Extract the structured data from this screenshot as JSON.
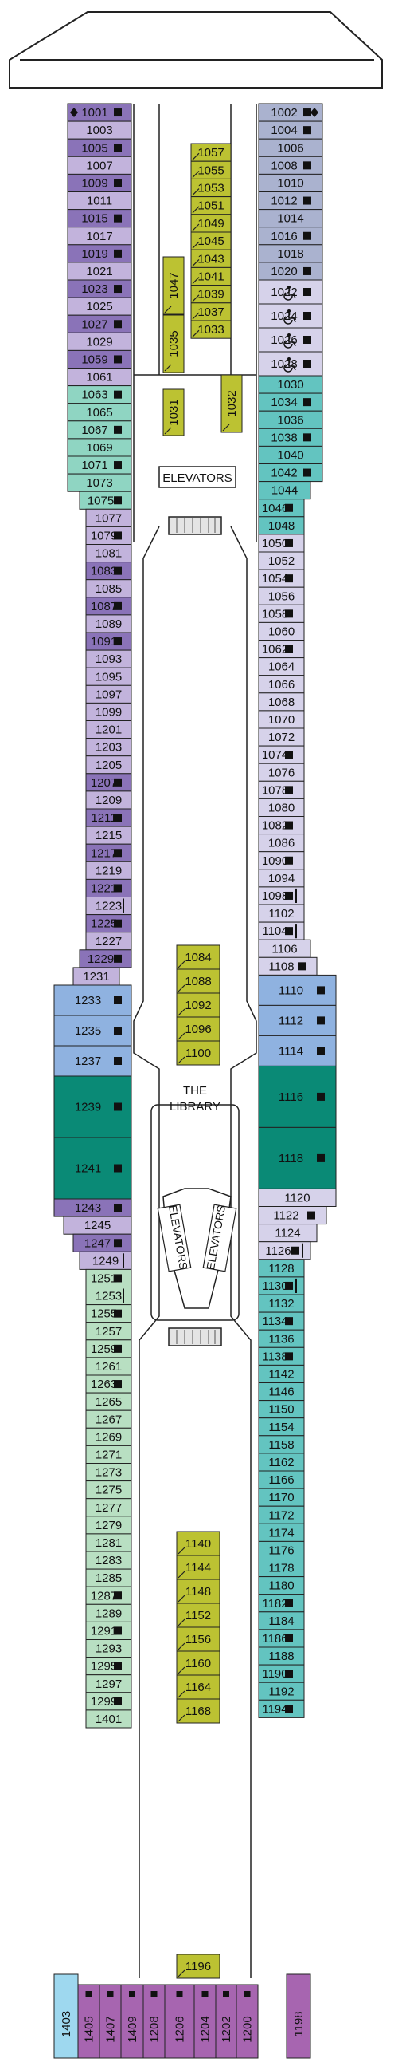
{
  "colors": {
    "purple_dark": "#8a73b8",
    "purple_light": "#c2b3dc",
    "teal_light": "#8fd5c2",
    "green_pale": "#b8dfc2",
    "blue": "#8fb2e0",
    "teal_dark": "#0a8a76",
    "grey_blue": "#aab2cf",
    "lavender": "#d6d2ea",
    "teal_mid": "#63c4c0",
    "olive": "#bcc232",
    "magenta": "#a765b0",
    "sky": "#9ed8ef"
  },
  "labels": {
    "elevators": "ELEVATORS",
    "library": "THE LIBRARY",
    "elevators_left": "ELEVATORS",
    "elevators_right": "ELEVATORS"
  },
  "left_cabins": [
    {
      "num": "1001",
      "color": "purple_dark",
      "mark": true,
      "diamond": true
    },
    {
      "num": "1003",
      "color": "purple_light",
      "mark": false
    },
    {
      "num": "1005",
      "color": "purple_dark",
      "mark": true
    },
    {
      "num": "1007",
      "color": "purple_light",
      "mark": false
    },
    {
      "num": "1009",
      "color": "purple_dark",
      "mark": true
    },
    {
      "num": "1011",
      "color": "purple_light",
      "mark": false
    },
    {
      "num": "1015",
      "color": "purple_dark",
      "mark": true
    },
    {
      "num": "1017",
      "color": "purple_light",
      "mark": false
    },
    {
      "num": "1019",
      "color": "purple_dark",
      "mark": true
    },
    {
      "num": "1021",
      "color": "purple_light",
      "mark": false
    },
    {
      "num": "1023",
      "color": "purple_dark",
      "mark": true
    },
    {
      "num": "1025",
      "color": "purple_light",
      "mark": false
    },
    {
      "num": "1027",
      "color": "purple_dark",
      "mark": true
    },
    {
      "num": "1029",
      "color": "purple_light",
      "mark": false
    },
    {
      "num": "1059",
      "color": "purple_dark",
      "mark": true
    },
    {
      "num": "1061",
      "color": "purple_light",
      "mark": false
    },
    {
      "num": "1063",
      "color": "teal_light",
      "mark": true
    },
    {
      "num": "1065",
      "color": "teal_light",
      "mark": false
    },
    {
      "num": "1067",
      "color": "teal_light",
      "mark": true
    },
    {
      "num": "1069",
      "color": "teal_light",
      "mark": false
    },
    {
      "num": "1071",
      "color": "teal_light",
      "mark": true
    },
    {
      "num": "1073",
      "color": "teal_light",
      "mark": false
    },
    {
      "num": "1075",
      "color": "teal_light",
      "mark": true
    },
    {
      "num": "1077",
      "color": "purple_light",
      "mark": false
    },
    {
      "num": "1079",
      "color": "purple_light",
      "mark": true
    },
    {
      "num": "1081",
      "color": "purple_light",
      "mark": false
    },
    {
      "num": "1083",
      "color": "purple_dark",
      "mark": true
    },
    {
      "num": "1085",
      "color": "purple_light",
      "mark": false
    },
    {
      "num": "1087",
      "color": "purple_dark",
      "mark": true
    },
    {
      "num": "1089",
      "color": "purple_light",
      "mark": false
    },
    {
      "num": "1091",
      "color": "purple_dark",
      "mark": true
    },
    {
      "num": "1093",
      "color": "purple_light",
      "mark": false
    },
    {
      "num": "1095",
      "color": "purple_light",
      "mark": false
    },
    {
      "num": "1097",
      "color": "purple_light",
      "mark": false
    },
    {
      "num": "1099",
      "color": "purple_light",
      "mark": false
    },
    {
      "num": "1201",
      "color": "purple_light",
      "mark": false
    },
    {
      "num": "1203",
      "color": "purple_light",
      "mark": false
    },
    {
      "num": "1205",
      "color": "purple_light",
      "mark": false
    },
    {
      "num": "1207",
      "color": "purple_dark",
      "mark": true
    },
    {
      "num": "1209",
      "color": "purple_light",
      "mark": false
    },
    {
      "num": "1211",
      "color": "purple_dark",
      "mark": true
    },
    {
      "num": "1215",
      "color": "purple_light",
      "mark": false
    },
    {
      "num": "1217",
      "color": "purple_dark",
      "mark": true
    },
    {
      "num": "1219",
      "color": "purple_light",
      "mark": false
    },
    {
      "num": "1221",
      "color": "purple_dark",
      "mark": true
    },
    {
      "num": "1223",
      "color": "purple_light",
      "mark": false,
      "door": true
    },
    {
      "num": "1225",
      "color": "purple_dark",
      "mark": true
    },
    {
      "num": "1227",
      "color": "purple_light",
      "mark": false
    },
    {
      "num": "1229",
      "color": "purple_dark",
      "mark": true
    },
    {
      "num": "1231",
      "color": "purple_light",
      "mark": false
    },
    {
      "num": "1233",
      "color": "blue",
      "mark": true
    },
    {
      "num": "1235",
      "color": "blue",
      "mark": true
    },
    {
      "num": "1237",
      "color": "blue",
      "mark": true
    },
    {
      "num": "1239",
      "color": "teal_dark",
      "mark": true
    },
    {
      "num": "1241",
      "color": "teal_dark",
      "mark": true
    },
    {
      "num": "1243",
      "color": "purple_dark",
      "mark": true
    },
    {
      "num": "1245",
      "color": "purple_light",
      "mark": false
    },
    {
      "num": "1247",
      "color": "purple_dark",
      "mark": true
    },
    {
      "num": "1249",
      "color": "purple_light",
      "mark": false,
      "door": true
    },
    {
      "num": "1251",
      "color": "green_pale",
      "mark": true
    },
    {
      "num": "1253",
      "color": "green_pale",
      "mark": false,
      "door": true
    },
    {
      "num": "1255",
      "color": "green_pale",
      "mark": true
    },
    {
      "num": "1257",
      "color": "green_pale",
      "mark": false
    },
    {
      "num": "1259",
      "color": "green_pale",
      "mark": true
    },
    {
      "num": "1261",
      "color": "green_pale",
      "mark": false
    },
    {
      "num": "1263",
      "color": "green_pale",
      "mark": true
    },
    {
      "num": "1265",
      "color": "green_pale",
      "mark": false
    },
    {
      "num": "1267",
      "color": "green_pale",
      "mark": false
    },
    {
      "num": "1269",
      "color": "green_pale",
      "mark": false
    },
    {
      "num": "1271",
      "color": "green_pale",
      "mark": false
    },
    {
      "num": "1273",
      "color": "green_pale",
      "mark": false
    },
    {
      "num": "1275",
      "color": "green_pale",
      "mark": false
    },
    {
      "num": "1277",
      "color": "green_pale",
      "mark": false
    },
    {
      "num": "1279",
      "color": "green_pale",
      "mark": false
    },
    {
      "num": "1281",
      "color": "green_pale",
      "mark": false
    },
    {
      "num": "1283",
      "color": "green_pale",
      "mark": false
    },
    {
      "num": "1285",
      "color": "green_pale",
      "mark": false
    },
    {
      "num": "1287",
      "color": "green_pale",
      "mark": true
    },
    {
      "num": "1289",
      "color": "green_pale",
      "mark": false
    },
    {
      "num": "1291",
      "color": "green_pale",
      "mark": true
    },
    {
      "num": "1293",
      "color": "green_pale",
      "mark": false
    },
    {
      "num": "1295",
      "color": "green_pale",
      "mark": true
    },
    {
      "num": "1297",
      "color": "green_pale",
      "mark": false
    },
    {
      "num": "1299",
      "color": "green_pale",
      "mark": true
    },
    {
      "num": "1401",
      "color": "green_pale",
      "mark": false
    }
  ],
  "right_cabins": [
    {
      "num": "1002",
      "color": "grey_blue",
      "mark": true,
      "diamond": true
    },
    {
      "num": "1004",
      "color": "grey_blue",
      "mark": true
    },
    {
      "num": "1006",
      "color": "grey_blue",
      "mark": false
    },
    {
      "num": "1008",
      "color": "grey_blue",
      "mark": true
    },
    {
      "num": "1010",
      "color": "grey_blue",
      "mark": false
    },
    {
      "num": "1012",
      "color": "grey_blue",
      "mark": true
    },
    {
      "num": "1014",
      "color": "grey_blue",
      "mark": false
    },
    {
      "num": "1016",
      "color": "grey_blue",
      "mark": true
    },
    {
      "num": "1018",
      "color": "grey_blue",
      "mark": false
    },
    {
      "num": "1020",
      "color": "grey_blue",
      "mark": true
    },
    {
      "num": "1022",
      "color": "lavender",
      "mark": true,
      "accessible": true
    },
    {
      "num": "1024",
      "color": "lavender",
      "mark": true,
      "accessible": true
    },
    {
      "num": "1026",
      "color": "lavender",
      "mark": true,
      "accessible": true
    },
    {
      "num": "1028",
      "color": "lavender",
      "mark": true,
      "accessible": true
    },
    {
      "num": "1030",
      "color": "teal_mid",
      "mark": false
    },
    {
      "num": "1034",
      "color": "teal_mid",
      "mark": true
    },
    {
      "num": "1036",
      "color": "teal_mid",
      "mark": false
    },
    {
      "num": "1038",
      "color": "teal_mid",
      "mark": true
    },
    {
      "num": "1040",
      "color": "teal_mid",
      "mark": false
    },
    {
      "num": "1042",
      "color": "teal_mid",
      "mark": true
    },
    {
      "num": "1044",
      "color": "teal_mid",
      "mark": false
    },
    {
      "num": "1046",
      "color": "teal_mid",
      "mark": true
    },
    {
      "num": "1048",
      "color": "teal_mid",
      "mark": false
    },
    {
      "num": "1050",
      "color": "lavender",
      "mark": true
    },
    {
      "num": "1052",
      "color": "lavender",
      "mark": false
    },
    {
      "num": "1054",
      "color": "lavender",
      "mark": true
    },
    {
      "num": "1056",
      "color": "lavender",
      "mark": false
    },
    {
      "num": "1058",
      "color": "lavender",
      "mark": true
    },
    {
      "num": "1060",
      "color": "lavender",
      "mark": false
    },
    {
      "num": "1062",
      "color": "lavender",
      "mark": true
    },
    {
      "num": "1064",
      "color": "lavender",
      "mark": false
    },
    {
      "num": "1066",
      "color": "lavender",
      "mark": false
    },
    {
      "num": "1068",
      "color": "lavender",
      "mark": false
    },
    {
      "num": "1070",
      "color": "lavender",
      "mark": false
    },
    {
      "num": "1072",
      "color": "lavender",
      "mark": false
    },
    {
      "num": "1074",
      "color": "lavender",
      "mark": true
    },
    {
      "num": "1076",
      "color": "lavender",
      "mark": false
    },
    {
      "num": "1078",
      "color": "lavender",
      "mark": true
    },
    {
      "num": "1080",
      "color": "lavender",
      "mark": false
    },
    {
      "num": "1082",
      "color": "lavender",
      "mark": true
    },
    {
      "num": "1086",
      "color": "lavender",
      "mark": false
    },
    {
      "num": "1090",
      "color": "lavender",
      "mark": true
    },
    {
      "num": "1094",
      "color": "lavender",
      "mark": false
    },
    {
      "num": "1098",
      "color": "lavender",
      "mark": true,
      "door": true
    },
    {
      "num": "1102",
      "color": "lavender",
      "mark": false
    },
    {
      "num": "1104",
      "color": "lavender",
      "mark": true,
      "door": true
    },
    {
      "num": "1106",
      "color": "lavender",
      "mark": false
    },
    {
      "num": "1108",
      "color": "lavender",
      "mark": true
    },
    {
      "num": "1110",
      "color": "blue",
      "mark": true
    },
    {
      "num": "1112",
      "color": "blue",
      "mark": true
    },
    {
      "num": "1114",
      "color": "blue",
      "mark": true
    },
    {
      "num": "1116",
      "color": "teal_dark",
      "mark": true
    },
    {
      "num": "1118",
      "color": "teal_dark",
      "mark": true
    },
    {
      "num": "1120",
      "color": "lavender",
      "mark": false
    },
    {
      "num": "1122",
      "color": "lavender",
      "mark": true
    },
    {
      "num": "1124",
      "color": "lavender",
      "mark": false
    },
    {
      "num": "1126",
      "color": "lavender",
      "mark": true,
      "door": true
    },
    {
      "num": "1128",
      "color": "teal_mid",
      "mark": false
    },
    {
      "num": "1130",
      "color": "teal_mid",
      "mark": true,
      "door": true
    },
    {
      "num": "1132",
      "color": "teal_mid",
      "mark": false
    },
    {
      "num": "1134",
      "color": "teal_mid",
      "mark": true
    },
    {
      "num": "1136",
      "color": "teal_mid",
      "mark": false
    },
    {
      "num": "1138",
      "color": "teal_mid",
      "mark": true
    },
    {
      "num": "1142",
      "color": "teal_mid",
      "mark": false
    },
    {
      "num": "1146",
      "color": "teal_mid",
      "mark": false
    },
    {
      "num": "1150",
      "color": "teal_mid",
      "mark": false
    },
    {
      "num": "1154",
      "color": "teal_mid",
      "mark": false
    },
    {
      "num": "1158",
      "color": "teal_mid",
      "mark": false
    },
    {
      "num": "1162",
      "color": "teal_mid",
      "mark": false
    },
    {
      "num": "1166",
      "color": "teal_mid",
      "mark": false
    },
    {
      "num": "1170",
      "color": "teal_mid",
      "mark": false
    },
    {
      "num": "1172",
      "color": "teal_mid",
      "mark": false
    },
    {
      "num": "1174",
      "color": "teal_mid",
      "mark": false
    },
    {
      "num": "1176",
      "color": "teal_mid",
      "mark": false
    },
    {
      "num": "1178",
      "color": "teal_mid",
      "mark": false
    },
    {
      "num": "1180",
      "color": "teal_mid",
      "mark": false
    },
    {
      "num": "1182",
      "color": "teal_mid",
      "mark": true
    },
    {
      "num": "1184",
      "color": "teal_mid",
      "mark": false
    },
    {
      "num": "1186",
      "color": "teal_mid",
      "mark": true
    },
    {
      "num": "1188",
      "color": "teal_mid",
      "mark": false
    },
    {
      "num": "1190",
      "color": "teal_mid",
      "mark": true
    },
    {
      "num": "1192",
      "color": "teal_mid",
      "mark": false
    },
    {
      "num": "1194",
      "color": "teal_mid",
      "mark": true
    }
  ],
  "top_inner_cabins": [
    "1057",
    "1055",
    "1053",
    "1051",
    "1049",
    "1045",
    "1043",
    "1041",
    "1039",
    "1037",
    "1033"
  ],
  "vertical_inner_cabins": [
    "1047",
    "1035",
    "1031",
    "1032"
  ],
  "mid_inner_cabins": [
    "1084",
    "1088",
    "1092",
    "1096",
    "1100"
  ],
  "lower_inner_cabins": [
    "1140",
    "1144",
    "1148",
    "1152",
    "1156",
    "1160",
    "1164",
    "1168"
  ],
  "aft_inner_cabin": "1196",
  "stern_cabins": [
    "1403",
    "1405",
    "1407",
    "1409",
    "1208",
    "1206",
    "1204",
    "1202",
    "1200",
    "1198"
  ]
}
